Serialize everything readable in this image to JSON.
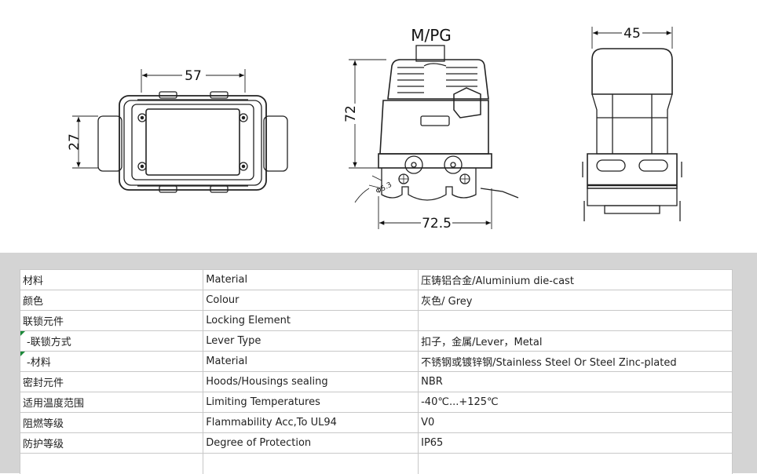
{
  "drawing": {
    "top_view": {
      "width_dim": "57",
      "height_dim": "27"
    },
    "front_view": {
      "entry_label": "M/PG",
      "height_dim": "72",
      "width_dim": "72.5",
      "hole_label": "Φ5.3"
    },
    "side_view": {
      "width_dim": "45"
    }
  },
  "spec_table": {
    "rows": [
      {
        "cn": "材料",
        "en": "Material",
        "value": "压铸铝合金/Aluminium die-cast",
        "sub": false
      },
      {
        "cn": "颜色",
        "en": "Colour",
        "value": "灰色/ Grey",
        "sub": false
      },
      {
        "cn": "联锁元件",
        "en": "Locking Element",
        "value": "",
        "sub": false
      },
      {
        "cn": "-联锁方式",
        "en": "Lever Type",
        "value": "扣子，金属/Lever，Metal",
        "sub": true
      },
      {
        "cn": "-材料",
        "en": "Material",
        "value": "不锈钢或镀锌钢/Stainless Steel Or Steel Zinc-plated",
        "sub": true
      },
      {
        "cn": "密封元件",
        "en": "Hoods/Housings sealing",
        "value": "NBR",
        "sub": false
      },
      {
        "cn": "适用温度范围",
        "en": "Limiting Temperatures",
        "value": "-40℃...+125℃",
        "sub": false
      },
      {
        "cn": "阻燃等级",
        "en": "Flammability Acc,To UL94",
        "value": "V0",
        "sub": false
      },
      {
        "cn": "防护等级",
        "en": "Degree of Protection",
        "value": "IP65",
        "sub": false
      }
    ]
  }
}
